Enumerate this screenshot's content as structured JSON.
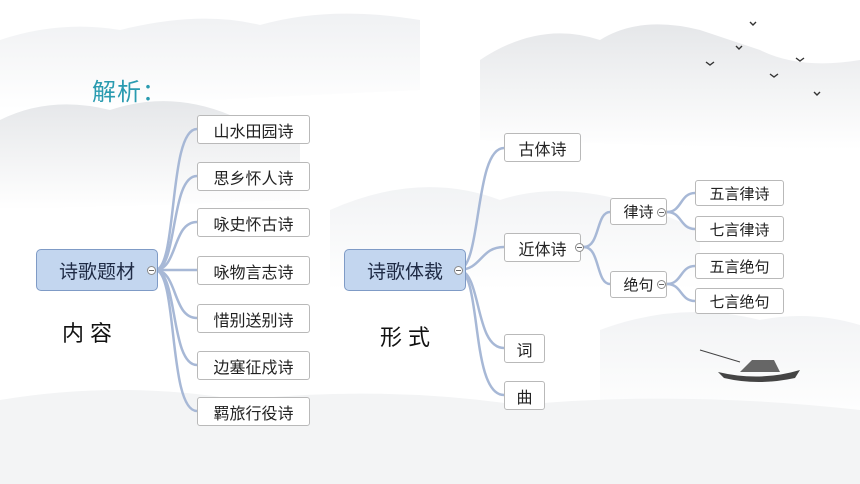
{
  "heading": "解析：",
  "content_tree": {
    "root": "诗歌题材",
    "caption": "内容",
    "items": [
      "山水田园诗",
      "思乡怀人诗",
      "咏史怀古诗",
      "咏物言志诗",
      "惜别送别诗",
      "边塞征戍诗",
      "羁旅行役诗"
    ]
  },
  "form_tree": {
    "root": "诗歌体裁",
    "caption": "形式",
    "items": {
      "ancient": "古体诗",
      "modern": "近体诗",
      "ci": "词",
      "qu": "曲"
    },
    "lushi": {
      "label": "律诗",
      "children": [
        "五言律诗",
        "七言律诗"
      ]
    },
    "jueju": {
      "label": "绝句",
      "children": [
        "五言绝句",
        "七言绝句"
      ]
    }
  },
  "colors": {
    "connector": "#a7b8d6",
    "heading": "#2a9bb0",
    "root_fill": "#c3d6ef"
  }
}
